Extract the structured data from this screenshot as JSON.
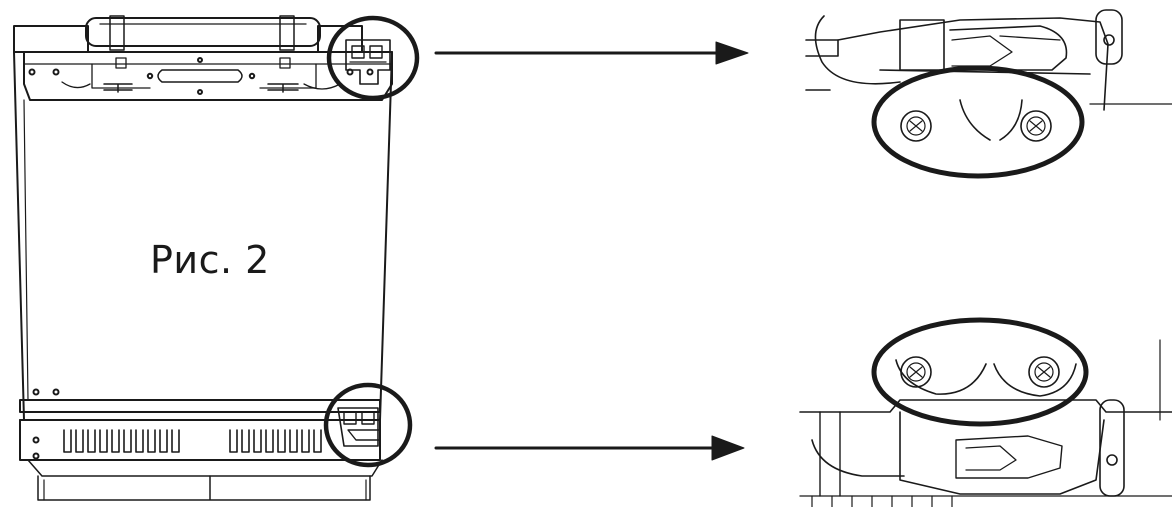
{
  "figure": {
    "caption": "Рис. 2"
  },
  "colors": {
    "line": "#1a1a1a",
    "background": "#ffffff"
  },
  "parts": {
    "appliance": "appliance-front-outline",
    "top_hinge_detail": "top-hinge-closeup",
    "bottom_hinge_detail": "bottom-hinge-closeup"
  }
}
